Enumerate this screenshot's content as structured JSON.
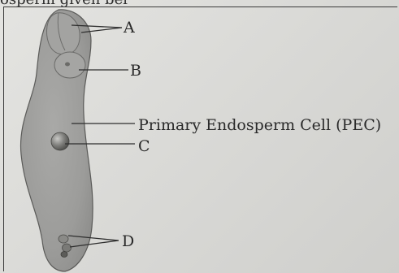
{
  "header": {
    "partial_text": "osperm given bel"
  },
  "labels": {
    "a": "A",
    "b": "B",
    "pec": "Primary Endosperm Cell (PEC)",
    "c": "C",
    "d": "D"
  }
}
